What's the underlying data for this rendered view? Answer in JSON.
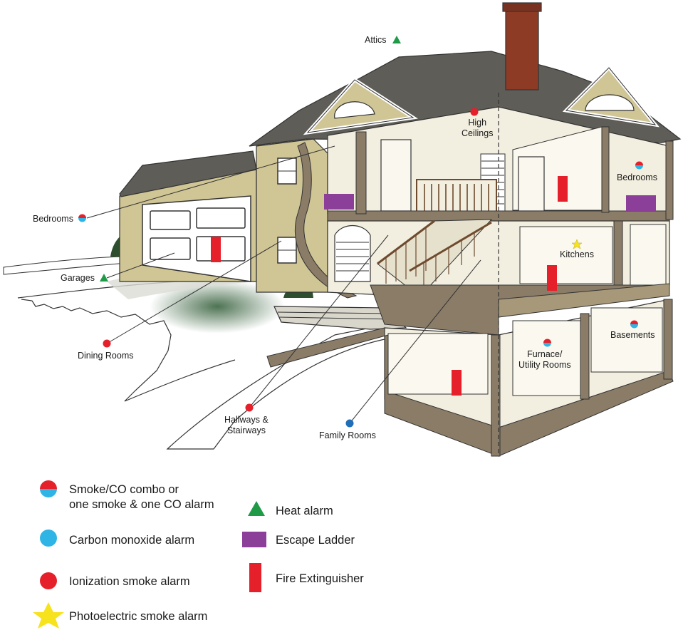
{
  "labels": {
    "attics": "Attics",
    "high_ceilings_1": "High",
    "high_ceilings_2": "Ceilings",
    "bedrooms_upper": "Bedrooms",
    "bedrooms_left": "Bedrooms",
    "garages": "Garages",
    "kitchens": "Kitchens",
    "basements": "Basements",
    "furnace_1": "Furnace/",
    "furnace_2": "Utility Rooms",
    "dining_rooms": "Dining Rooms",
    "hallways_1": "Hallways &",
    "hallways_2": "Stairways",
    "family_rooms": "Family Rooms"
  },
  "legend": {
    "combo_1": "Smoke/CO combo or",
    "combo_2": "one smoke & one CO alarm",
    "co": "Carbon monoxide alarm",
    "ionization": "Ionization smoke alarm",
    "photoelectric": "Photoelectric smoke alarm",
    "heat": "Heat alarm",
    "ladder": "Escape Ladder",
    "extinguisher": "Fire Extinguisher"
  },
  "colors": {
    "smoke_red": "#e5202a",
    "co_blue": "#2fb4e6",
    "family_blue": "#1f6fb8",
    "heat_green": "#1f9a47",
    "ladder_purple": "#8b3f98",
    "extinguisher_red": "#e5202a",
    "photo_yellow": "#f7e21e",
    "wall_tan": "#cfc595",
    "interior_cream": "#f3efe0",
    "frame_brown": "#8a7c67",
    "roof_dark": "#5e5d57",
    "chimney": "#8e3b26"
  }
}
